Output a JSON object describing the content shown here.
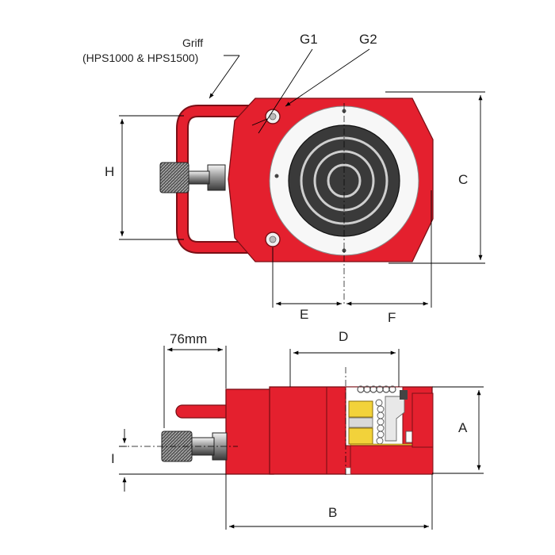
{
  "labels": {
    "griff_title": "Griff",
    "griff_models": "(HPS1000 & HPS1500)",
    "g1": "G1",
    "g2": "G2",
    "h": "H",
    "c": "C",
    "e": "E",
    "f": "F",
    "d": "D",
    "a": "A",
    "b": "B",
    "i": "I",
    "handle_length": "76mm"
  },
  "colors": {
    "body_red": "#e4202e",
    "outline": "#7a0f16",
    "steel_dark": "#3a3a3a",
    "brass": "#f2d23a",
    "chrome": "#cfcfcf"
  }
}
